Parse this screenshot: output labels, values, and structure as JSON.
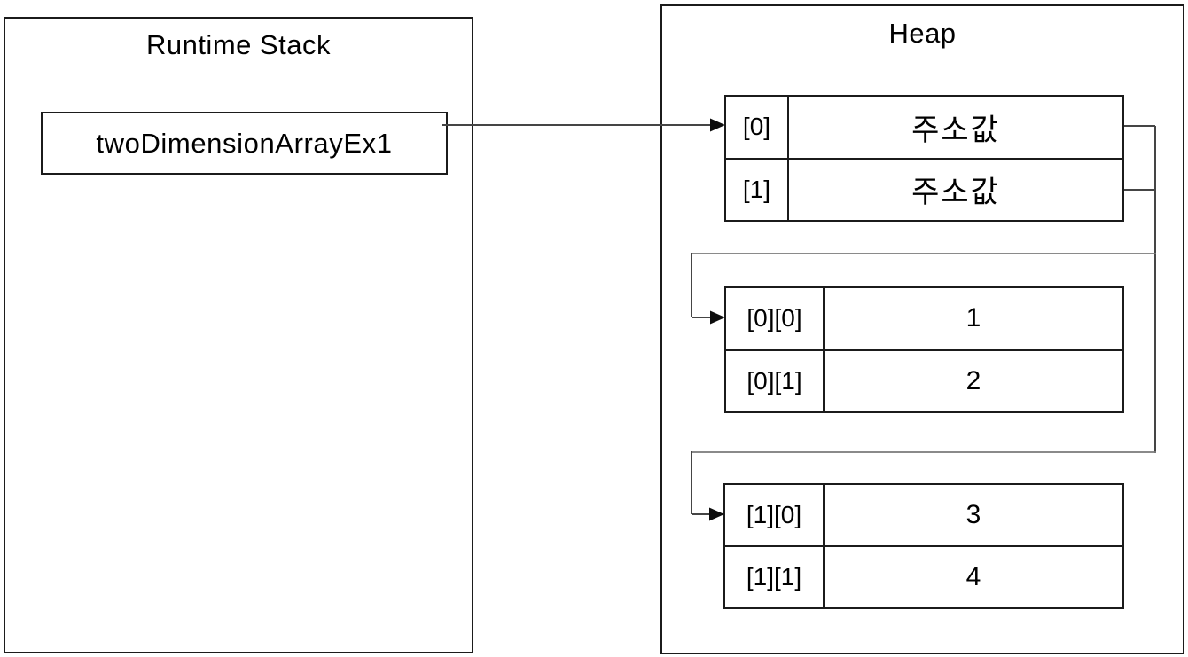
{
  "stack": {
    "title": "Runtime Stack",
    "variable_label": "twoDimensionArrayEx1"
  },
  "heap": {
    "title": "Heap",
    "pointer_array": {
      "rows": [
        {
          "index": "[0]",
          "value": "주소값"
        },
        {
          "index": "[1]",
          "value": "주소값"
        }
      ]
    },
    "row0_array": {
      "rows": [
        {
          "index": "[0][0]",
          "value": "1"
        },
        {
          "index": "[0][1]",
          "value": "2"
        }
      ]
    },
    "row1_array": {
      "rows": [
        {
          "index": "[1][0]",
          "value": "3"
        },
        {
          "index": "[1][1]",
          "value": "4"
        }
      ]
    }
  },
  "colors": {
    "background": "#ffffff",
    "box_border": "#1b1b1b",
    "connector": "#454545",
    "arrowhead": "#0d0d0d",
    "text": "#000000"
  }
}
